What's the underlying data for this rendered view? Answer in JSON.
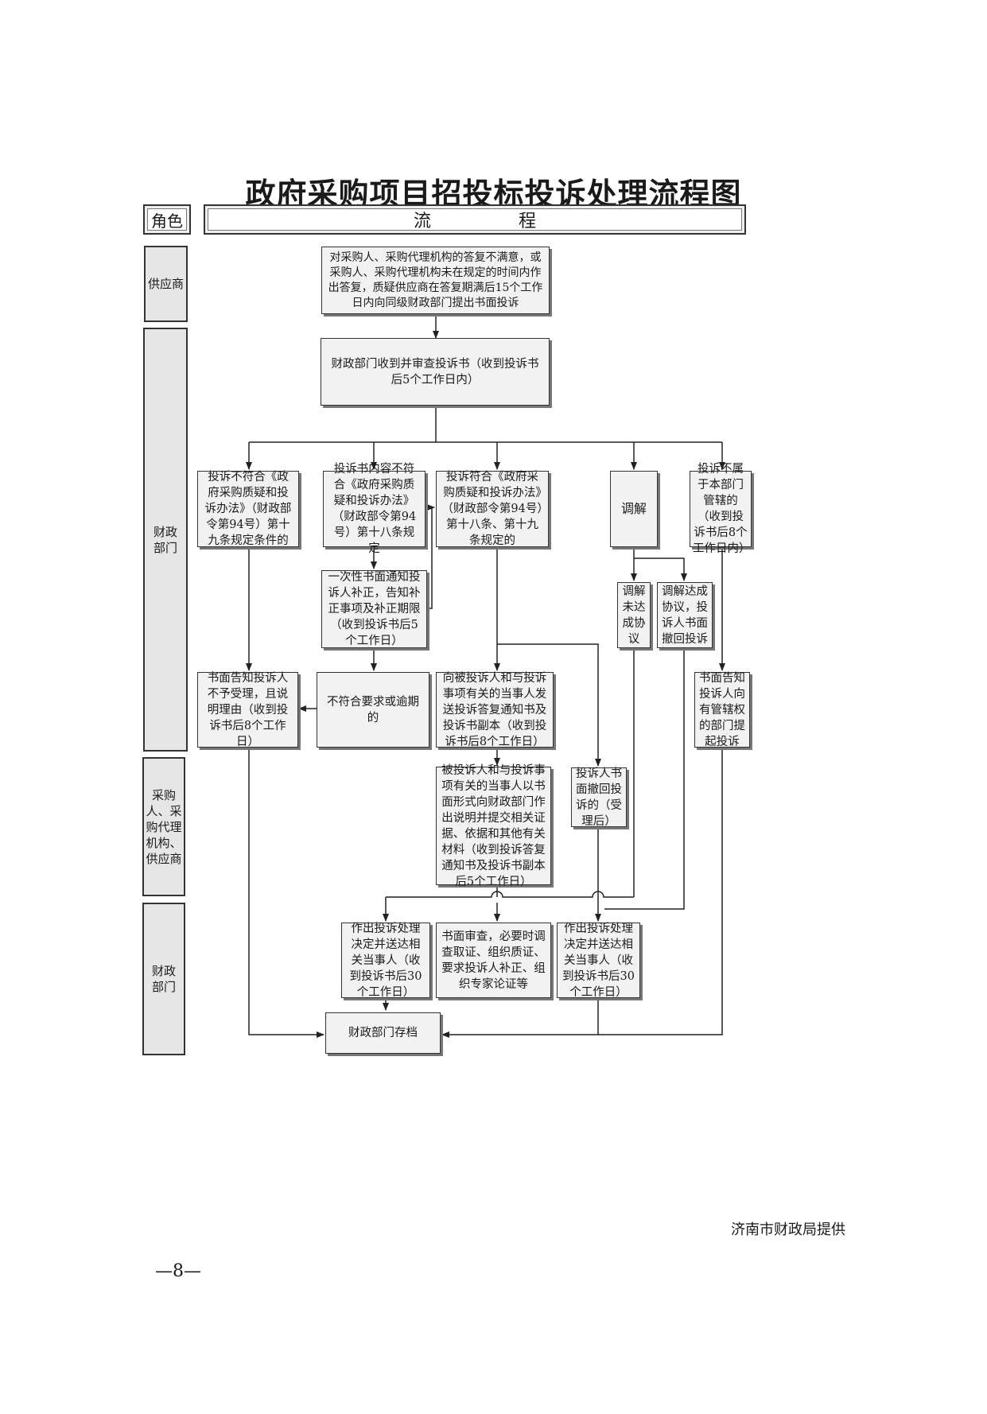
{
  "title": "政府采购项目招投标投诉处理流程图",
  "header": {
    "role_label": "角色",
    "flow_label": "流　　　　　程"
  },
  "roles": [
    "供应商",
    "财政部门",
    "采购人、采购代理机构、供应商",
    "财政部门"
  ],
  "nodes": {
    "supplier_complaint": "对采购人、采购代理机构的答复不满意，或采购人、采购代理机构未在规定的时间内作出答复，质疑供应商在答复期满后15个工作日内向同级财政部门提出书面投诉",
    "receive_review": "财政部门收到并审查投诉书（收到投诉书后5个工作日内）",
    "not_meet_art19": "投诉不符合《政府采购质疑和投诉办法》（财政部令第94号）第十九条规定条件的",
    "not_meet_art18": "投诉书内容不符合《政府采购质疑和投诉办法》（财政部令第94号）第十八条规定",
    "meet_rules": "投诉符合《政府采购质疑和投诉办法》（财政部令第94号）第十八条、第十九条规定的",
    "mediation": "调解",
    "not_jurisdiction": "投诉不属于本部门管辖的（收到投诉书后8个工作日内）",
    "notify_correction": "一次性书面通知投诉人补正，告知补正事项及补正期限（收到投诉书后5个工作日）",
    "mediation_failed": "调解未达成协议",
    "mediation_success": "调解达成协议，投诉人书面撤回投诉",
    "reject_notice": "书面告知投诉人不予受理，且说明理由（收到投诉书后8个工作日）",
    "overdue": "不符合要求或逾期的",
    "send_notice": "向被投诉人和与投诉事项有关的当事人发送投诉答复通知书及投诉书副本（收到投诉书后8个工作日）",
    "redirect_notice": "书面告知投诉人向有管辖权的部门提起投诉",
    "respondent_reply": "被投诉人和与投诉事项有关的当事人以书面形式向财政部门作出说明并提交相关证据、依据和其他有关材料（收到投诉答复通知书及投诉书副本后5个工作日）",
    "withdraw": "投诉人书面撤回投诉的（受理后）",
    "decision_left": "作出投诉处理决定并送达相关当事人（收到投诉书后30个工作日）",
    "written_review": "书面审查，必要时调查取证、组织质证、要求投诉人补正、组织专家论证等",
    "decision_right": "作出投诉处理决定并送达相关当事人（收到投诉书后30个工作日）",
    "archive": "财政部门存档"
  },
  "footer": "济南市财政局提供",
  "page_number": "—8—"
}
